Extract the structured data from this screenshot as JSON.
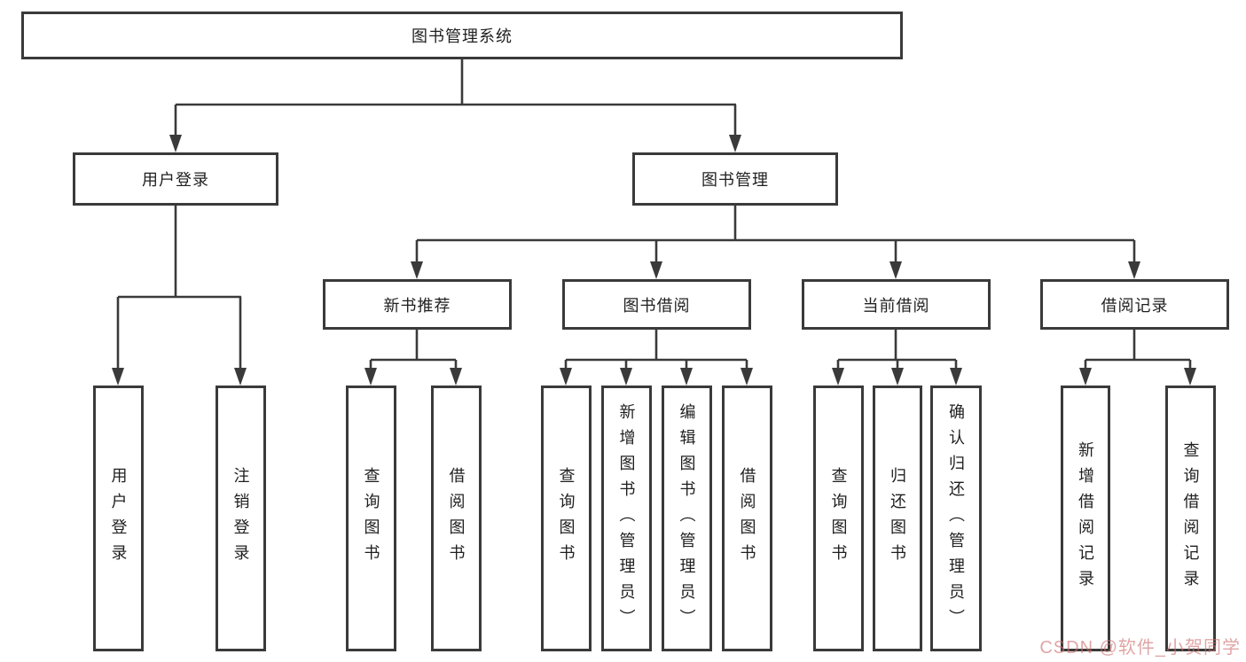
{
  "tree": {
    "label": "图书管理系统",
    "children": [
      {
        "label": "用户登录",
        "children": [
          {
            "label": "用户登录"
          },
          {
            "label": "注销登录"
          }
        ]
      },
      {
        "label": "图书管理",
        "children": [
          {
            "label": "新书推荐",
            "children": [
              {
                "label": "查询图书"
              },
              {
                "label": "借阅图书"
              }
            ]
          },
          {
            "label": "图书借阅",
            "children": [
              {
                "label": "查询图书"
              },
              {
                "label": "新增图书（管理员）"
              },
              {
                "label": "编辑图书（管理员）"
              },
              {
                "label": "借阅图书"
              }
            ]
          },
          {
            "label": "当前借阅",
            "children": [
              {
                "label": "查询图书"
              },
              {
                "label": "归还图书"
              },
              {
                "label": "确认归还（管理员）"
              }
            ]
          },
          {
            "label": "借阅记录",
            "children": [
              {
                "label": "新增借阅记录"
              },
              {
                "label": "查询借阅记录"
              }
            ]
          }
        ]
      }
    ]
  },
  "watermark": {
    "text": "CSDN @软件_小贺同学"
  },
  "colors": {
    "line": "#3a3a3a",
    "box_border": "#3a3a3a",
    "watermark": "#cd6e6e"
  }
}
